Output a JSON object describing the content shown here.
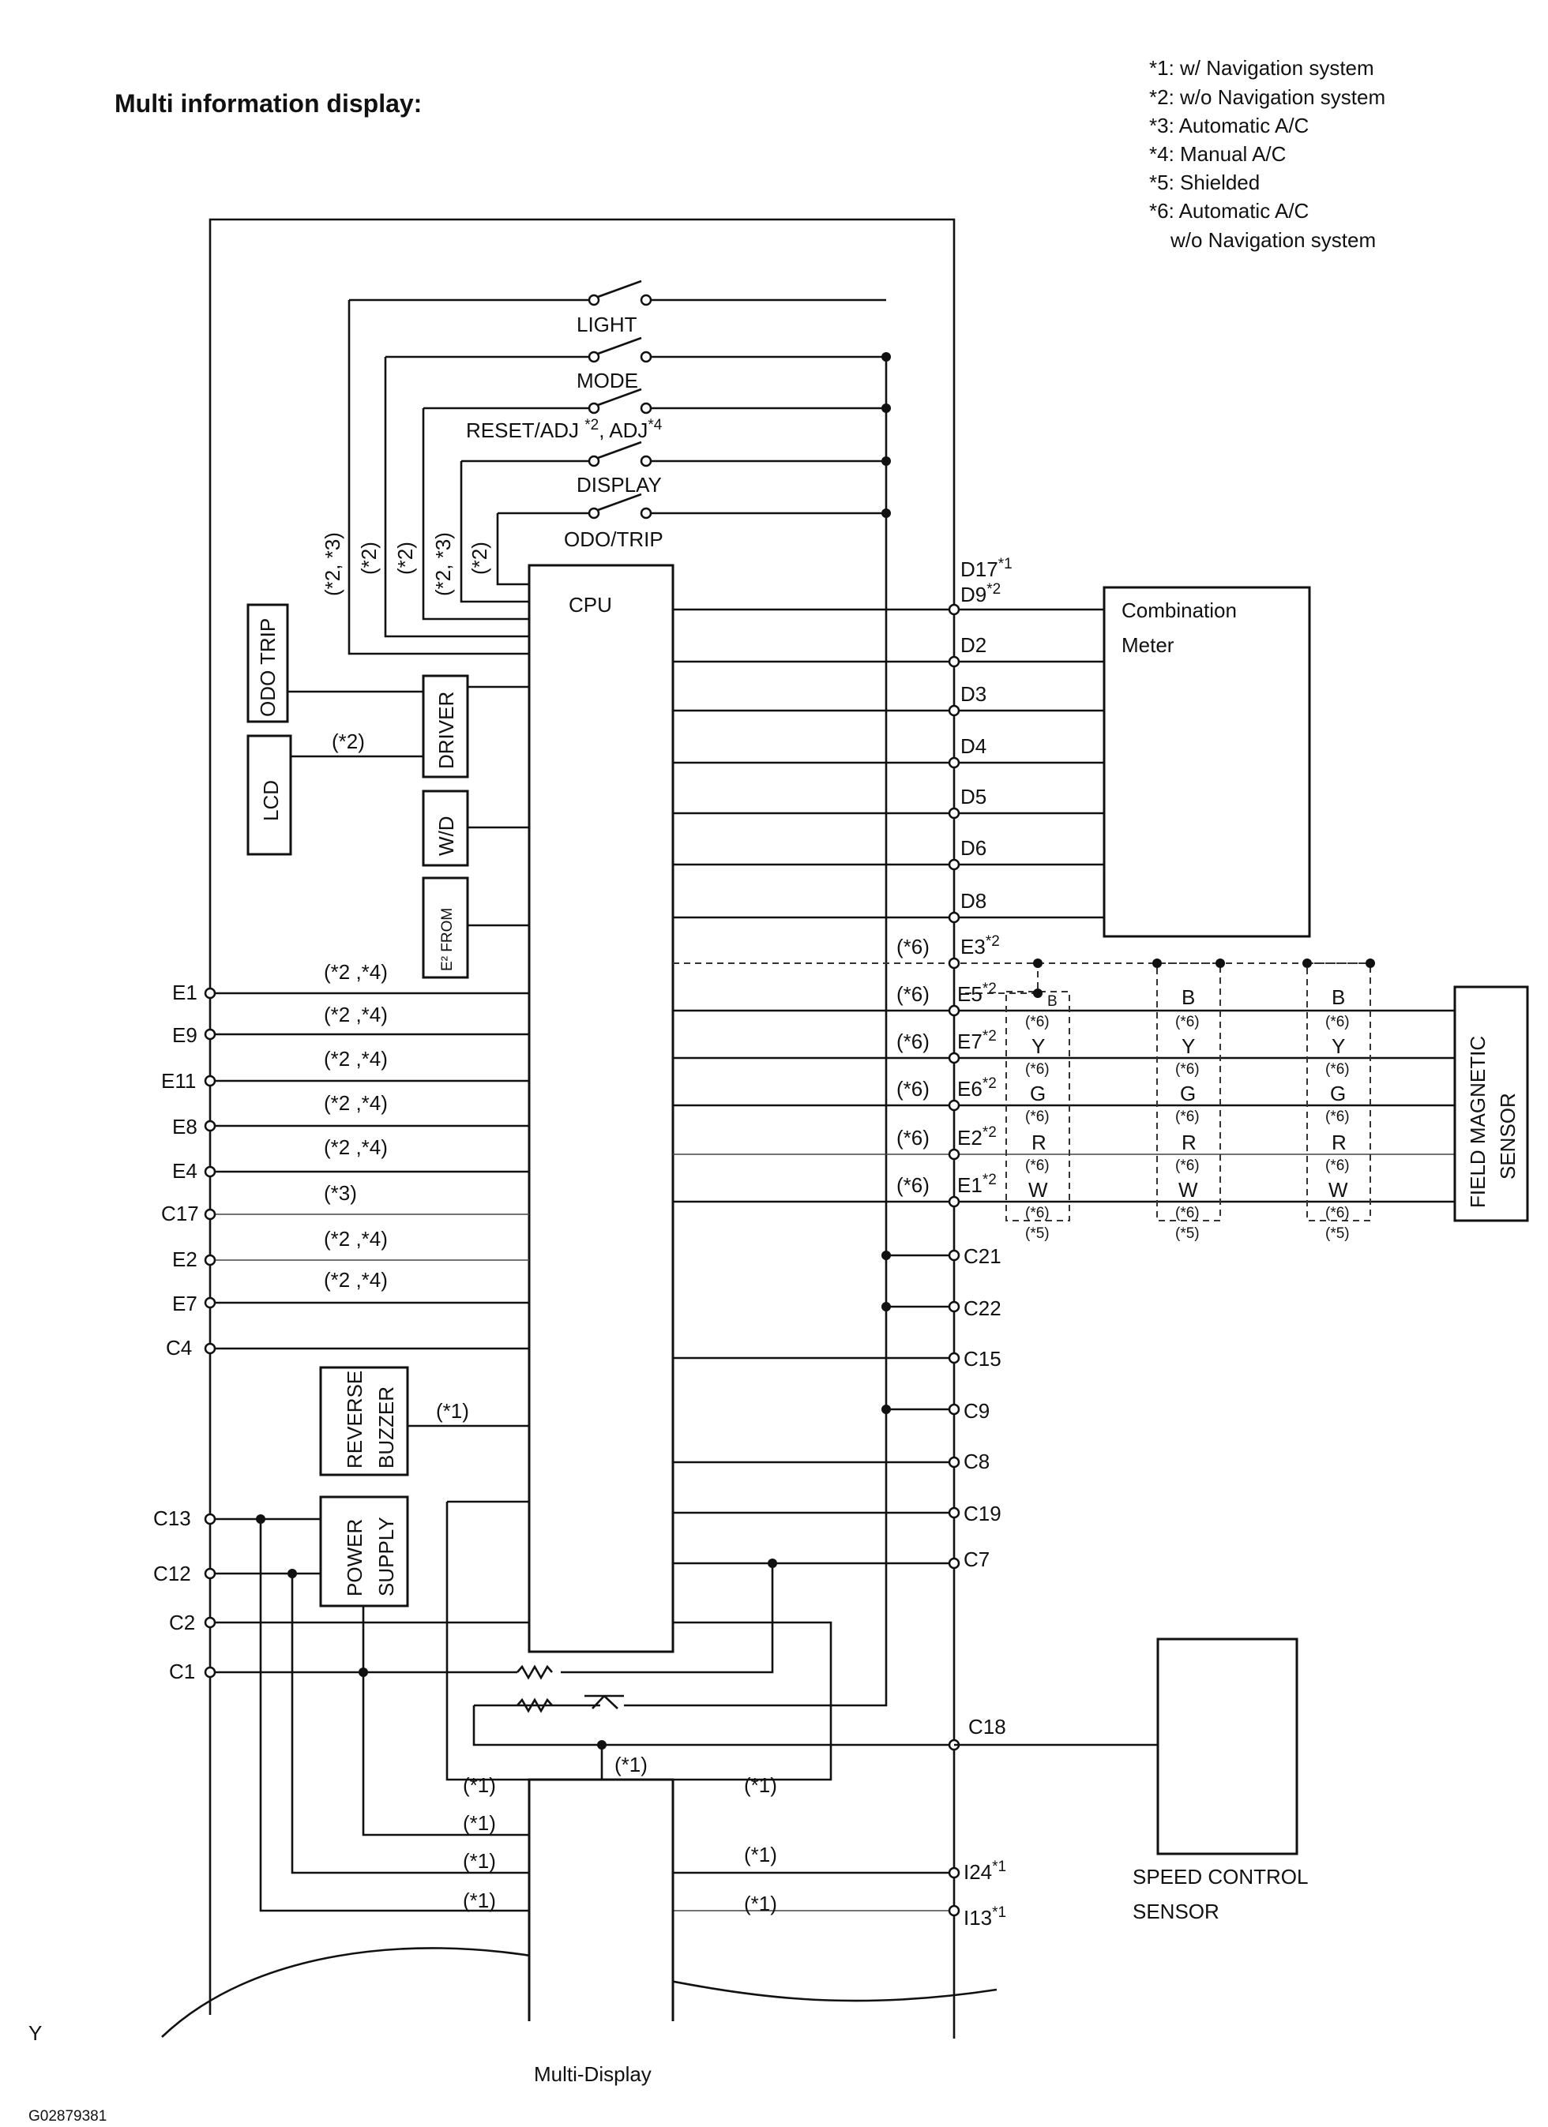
{
  "title": "Multi information display:",
  "notes": [
    "*1: w/ Navigation system",
    "*2: w/o Navigation system",
    "*3: Automatic A/C",
    "*4: Manual A/C",
    "*5: Shielded",
    "*6: Automatic A/C",
    "w/o Navigation system"
  ],
  "switches": {
    "light": "LIGHT",
    "mode": "MODE",
    "reset_text": "RESET/ADJ ",
    "reset_sup": "*2",
    "adj_text": ", ADJ",
    "adj_sup": "*4",
    "display": "DISPLAY",
    "odotrip": "ODO/TRIP"
  },
  "switch_notes": [
    "(*2, *3)",
    "(*2)",
    "(*2)",
    "(*2, *3)",
    "(*2)"
  ],
  "cpu": "CPU",
  "components": {
    "odo_trip": "ODO TRIP",
    "lcd": "LCD",
    "driver": "DRIVER",
    "wd": "W/D",
    "e2from": "E² FROM",
    "lcd_note": "(*2)",
    "reverse_buzzer_1": "REVERSE",
    "reverse_buzzer_2": "BUZZER",
    "buzzer_note": "(*1)",
    "power_supply_1": "POWER",
    "power_supply_2": "SUPPLY",
    "combination_meter_1": "Combination",
    "combination_meter_2": "Meter",
    "field_sensor_1": "FIELD MAGNETIC",
    "field_sensor_2": "SENSOR",
    "speed_sensor_1": "SPEED CONTROL",
    "speed_sensor_2": "SENSOR",
    "multi_display": "Multi-Display"
  },
  "left_terminals": [
    {
      "name": "E1",
      "note": "(*2 ,*4)"
    },
    {
      "name": "E9",
      "note": "(*2 ,*4)"
    },
    {
      "name": "E11",
      "note": "(*2 ,*4)"
    },
    {
      "name": "E8",
      "note": "(*2 ,*4)"
    },
    {
      "name": "E4",
      "note": "(*2 ,*4)"
    },
    {
      "name": "C17",
      "note": "(*3)"
    },
    {
      "name": "E2",
      "note": "(*2 ,*4)"
    },
    {
      "name": "E7",
      "note": "(*2 ,*4)"
    },
    {
      "name": "C4",
      "note": ""
    },
    {
      "name": "C13",
      "note": ""
    },
    {
      "name": "C12",
      "note": ""
    },
    {
      "name": "C2",
      "note": ""
    },
    {
      "name": "C1",
      "note": ""
    }
  ],
  "meter_terminals": [
    {
      "name": "D17",
      "sup": "*1"
    },
    {
      "name": "D9",
      "sup": "*2"
    },
    {
      "name": "D2",
      "sup": ""
    },
    {
      "name": "D3",
      "sup": ""
    },
    {
      "name": "D4",
      "sup": ""
    },
    {
      "name": "D5",
      "sup": ""
    },
    {
      "name": "D6",
      "sup": ""
    },
    {
      "name": "D8",
      "sup": ""
    }
  ],
  "sensor_terminals": [
    {
      "name": "E3",
      "sup": "*2",
      "note": "(*6)"
    },
    {
      "name": "E5",
      "sup": "*2",
      "note": "(*6)"
    },
    {
      "name": "E7",
      "sup": "*2",
      "note": "(*6)"
    },
    {
      "name": "E6",
      "sup": "*2",
      "note": "(*6)"
    },
    {
      "name": "E2",
      "sup": "*2",
      "note": "(*6)"
    },
    {
      "name": "E1",
      "sup": "*2",
      "note": "(*6)"
    }
  ],
  "wire_colors": [
    "B",
    "Y",
    "G",
    "R",
    "W"
  ],
  "wire_note": "(*6)",
  "shield_note": "(*5)",
  "lower_right_terminals": [
    {
      "name": "C21",
      "sup": ""
    },
    {
      "name": "C22",
      "sup": ""
    },
    {
      "name": "C15",
      "sup": ""
    },
    {
      "name": "C9",
      "sup": ""
    },
    {
      "name": "C8",
      "sup": ""
    },
    {
      "name": "C19",
      "sup": ""
    },
    {
      "name": "C7",
      "sup": ""
    },
    {
      "name": "C18",
      "sup": ""
    },
    {
      "name": "I24",
      "sup": "*1"
    },
    {
      "name": "I13",
      "sup": "*1"
    }
  ],
  "nav_note": "(*1)",
  "footer_letter": "Y",
  "figure_id": "G02879381"
}
